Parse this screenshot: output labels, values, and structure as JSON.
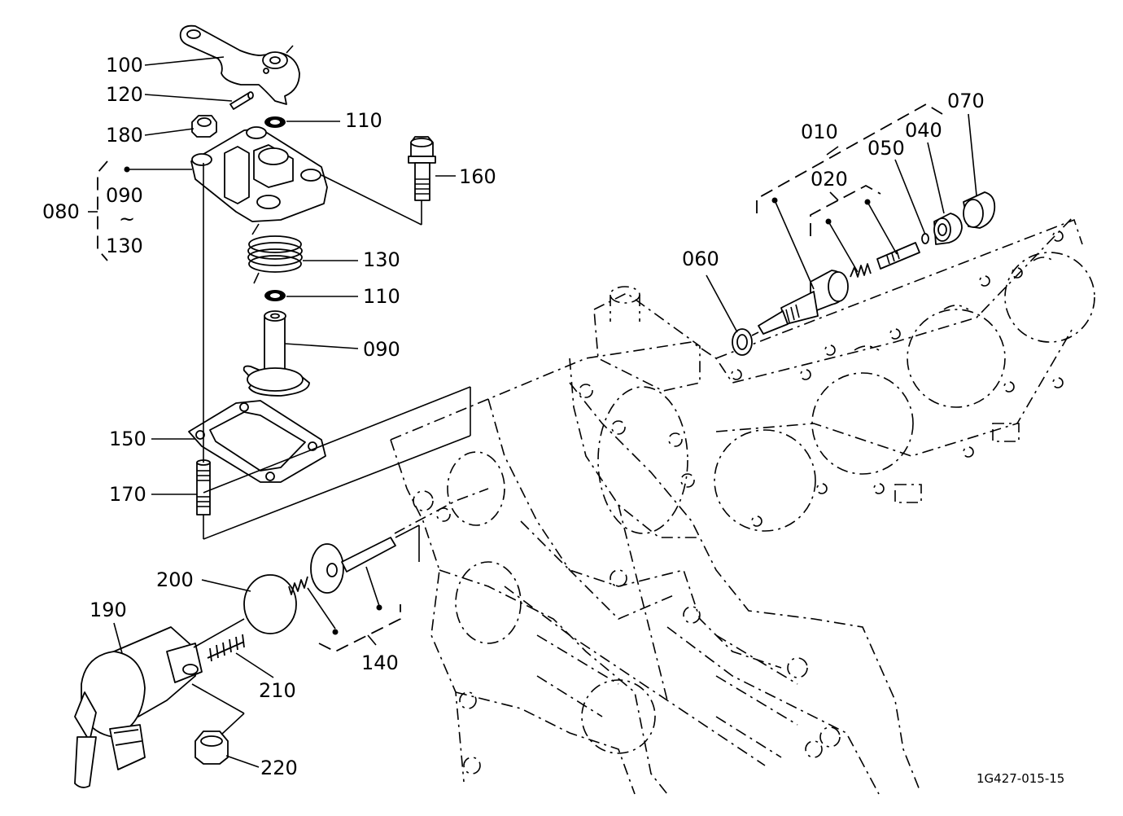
{
  "parts": {
    "p100": "100",
    "p120": "120",
    "p180": "180",
    "p110a": "110",
    "p160": "160",
    "p080": "080",
    "p090g": "090",
    "tilde": "~",
    "p130g": "130",
    "p130": "130",
    "p110b": "110",
    "p090": "090",
    "p150": "150",
    "p170": "170",
    "p010": "010",
    "p020": "020",
    "p050": "050",
    "p040": "040",
    "p070": "070",
    "p060": "060",
    "p200": "200",
    "p190": "190",
    "p140": "140",
    "p210": "210",
    "p220": "220"
  },
  "drawing_code": "1G427-015-15"
}
